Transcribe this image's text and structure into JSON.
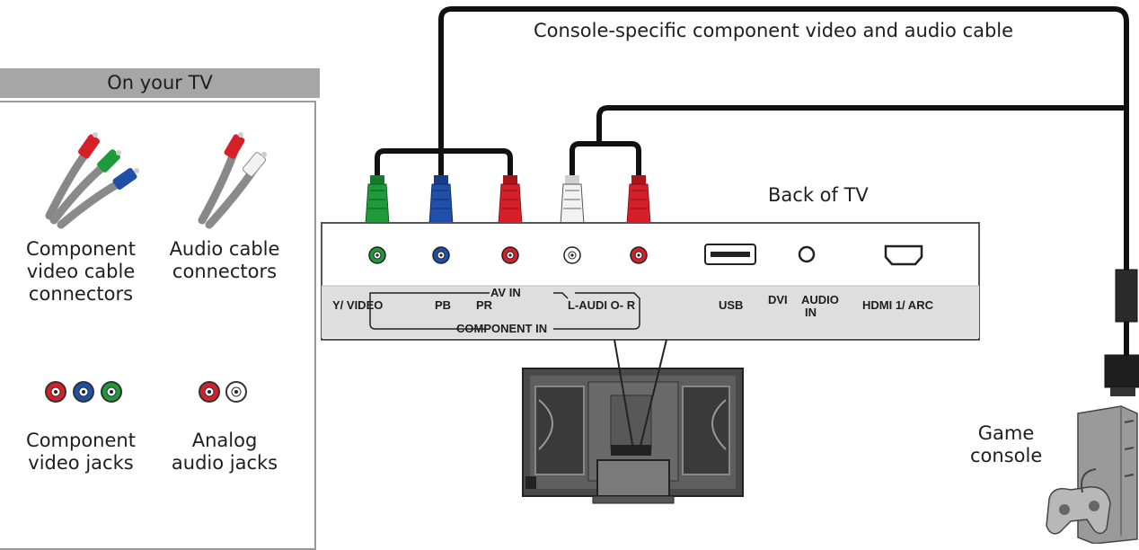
{
  "cable_title": "Console-specific component video and audio cable",
  "panel": {
    "header": "On your TV",
    "component_cable_label": [
      "Component",
      "video cable",
      "connectors"
    ],
    "audio_cable_label": [
      "Audio cable",
      "connectors"
    ],
    "component_jacks_label": [
      "Component",
      "video jacks"
    ],
    "audio_jacks_label": [
      "Analog",
      "audio jacks"
    ]
  },
  "back_of_tv_label": "Back of TV",
  "ports": {
    "y_video": "Y/ VIDEO",
    "pb": "PB",
    "pr": "PR",
    "av_in": "AV IN",
    "component_in": "COMPONENT IN",
    "l_audio_r": "L-AUDI O- R",
    "usb": "USB",
    "dvi": "DVI",
    "audio_in": "AUDIO",
    "audio_in_2": "IN",
    "hdmi": "HDMI 1/ ARC"
  },
  "console_label": [
    "Game",
    "console"
  ],
  "colors": {
    "green": "#1f9a3a",
    "blue": "#1f4fa8",
    "red": "#d5202a",
    "white": "#f2f2f2",
    "cable": "#111111",
    "panel_gray": "#a6a6a6"
  }
}
